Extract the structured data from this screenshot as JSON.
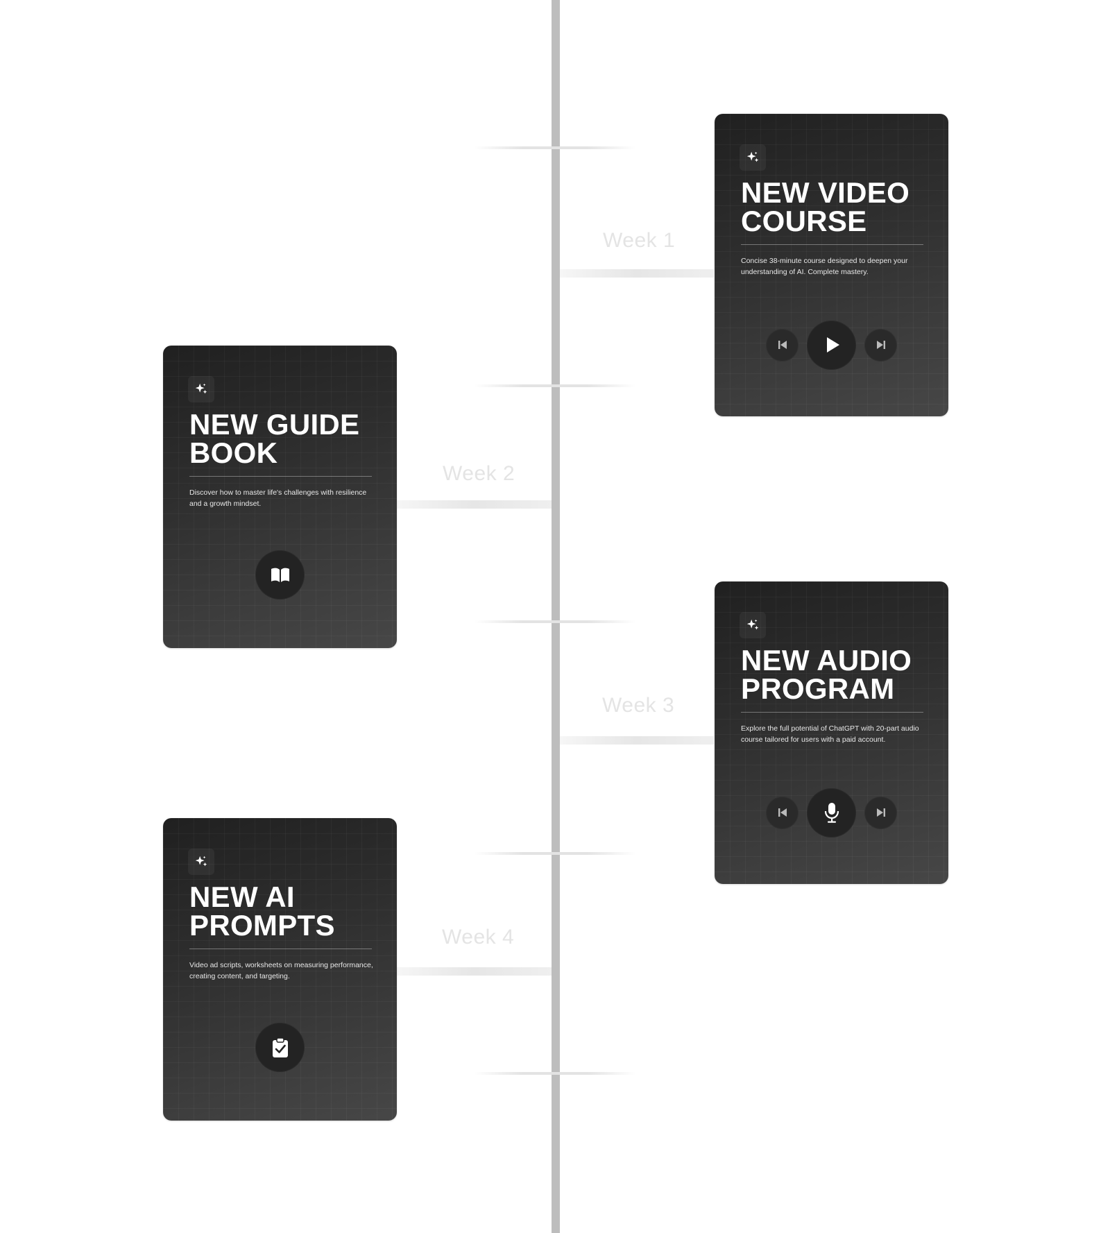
{
  "timeline": {
    "weeks": [
      {
        "label": "Week 1"
      },
      {
        "label": "Week 2"
      },
      {
        "label": "Week 3"
      },
      {
        "label": "Week 4"
      }
    ]
  },
  "cards": {
    "video": {
      "title_line1": "NEW VIDEO",
      "title_line2": "COURSE",
      "description": "Concise 38-minute course designed to deepen your understanding of AI. Complete mastery.",
      "icons": [
        "sparkle-icon",
        "previous-icon",
        "play-icon",
        "next-icon"
      ]
    },
    "guide": {
      "title_line1": "NEW GUIDE",
      "title_line2": "BOOK",
      "description": "Discover how to master life's challenges with resilience and a growth mindset.",
      "icons": [
        "sparkle-icon",
        "book-icon"
      ]
    },
    "audio": {
      "title_line1": "NEW AUDIO",
      "title_line2": "PROGRAM",
      "description": "Explore the full potential of ChatGPT with 20-part audio course tailored for users with a paid account.",
      "icons": [
        "sparkle-icon",
        "previous-icon",
        "microphone-icon",
        "next-icon"
      ]
    },
    "prompts": {
      "title_line1": "NEW AI",
      "title_line2": "PROMPTS",
      "description": "Video ad scripts, worksheets on measuring performance, creating content, and targeting.",
      "icons": [
        "sparkle-icon",
        "clipboard-check-icon"
      ]
    }
  },
  "colors": {
    "card_background": "#2e2e2e",
    "spine": "#bdbdbd",
    "week_label": "#e4e4e4",
    "title_text": "#ffffff"
  }
}
